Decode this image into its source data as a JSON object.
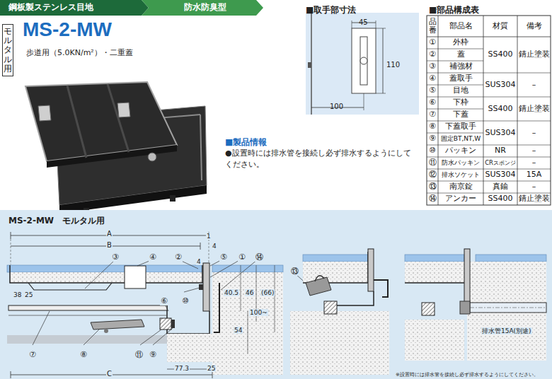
{
  "diagram": {
    "title": "MS-2-MW",
    "nodes": [
      {
        "text": [
          "鋼板製ステンレス目地"
        ]
      },
      {
        "text": [
          "防水防臭型"
        ]
      },
      {
        "text": [
          "モルタル用"
        ]
      },
      {
        "text": [
          "MS-2-MW　モルタル用"
        ]
      }
    ],
    "labels": [
      "歩道用（5.0KN/m²）・二重蓋",
      "■取手部寸法",
      "45",
      "110",
      "100",
      "■部品構成表",
      "■製品情報",
      "●設置時には排水管を接続し必ず排水するようにしてください。",
      "品番",
      "部品名",
      "材質",
      "備考",
      "①",
      "外枠",
      "SS400",
      "錆止塗装",
      "②",
      "蓋",
      "③",
      "補強材",
      "④",
      "蓋取手",
      "SUS304",
      "–",
      "⑤",
      "目地",
      "⑥",
      "下枠",
      "SS400",
      "錆止塗装",
      "⑦",
      "下蓋",
      "⑧",
      "下蓋取手",
      "SUS304",
      "–",
      "⑨",
      "固定BT,NT,W",
      "⑩",
      "パッキン",
      "NR",
      "–",
      "⑪",
      "防水パッキン",
      "CRスポンジ",
      "–",
      "⑫",
      "排水ソケット",
      "SUS304",
      "15A",
      "⑬",
      "南京錠",
      "真鍮",
      "–",
      "⑭",
      "アンカー",
      "SS400",
      "錆止塗装",
      "A",
      "B",
      "C",
      "③",
      "④",
      "②",
      "⑤",
      "①",
      "⑭",
      "1",
      "4",
      "4",
      "38",
      "25",
      "⑥",
      "⑩",
      "40.5",
      "46",
      "100~",
      "(66)",
      "54",
      "⑦",
      "⑧",
      "⑪",
      "⑨",
      "77.3",
      "25",
      "⑬",
      "排水管15A(別途)",
      "※設置時には排水管を接続し必ず排水するようにしてください。"
    ]
  }
}
